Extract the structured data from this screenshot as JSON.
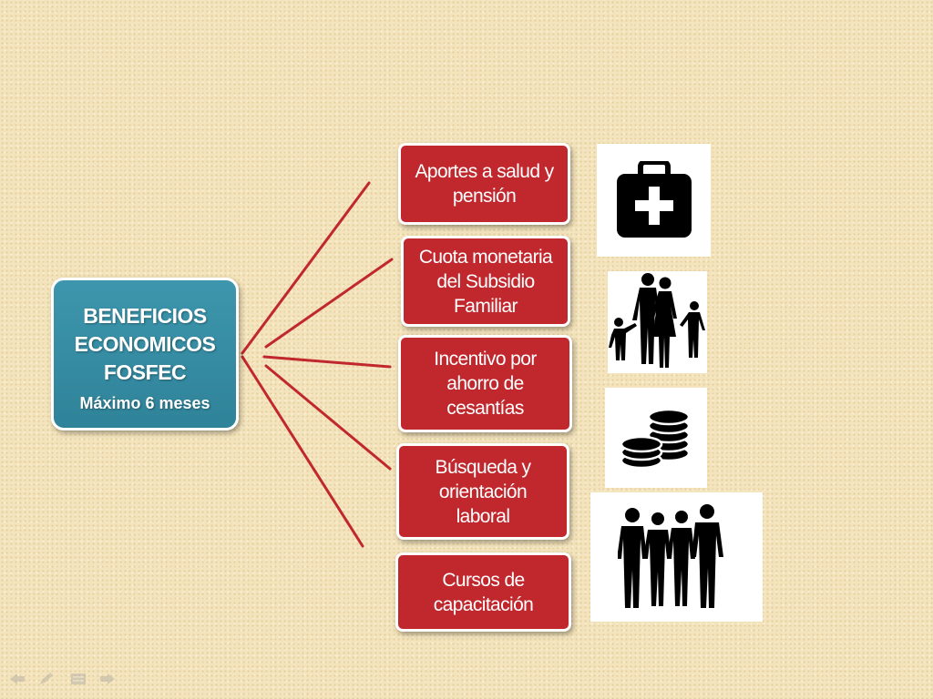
{
  "main": {
    "title": "BENEFICIOS\nECONOMICOS\nFOSFEC",
    "subtitle": "Máximo 6 meses",
    "color": "#3a91a8"
  },
  "benefits": [
    {
      "label": "Aportes a salud y\npensión",
      "icon": "medical-kit-icon"
    },
    {
      "label": "Cuota monetaria\ndel Subsidio\nFamiliar",
      "icon": "family-icon"
    },
    {
      "label": "Incentivo por\nahorro de\ncesantías",
      "icon": "coins-icon"
    },
    {
      "label": "Búsqueda y\norientación\nlaboral",
      "icon": null
    },
    {
      "label": "Cursos de\ncapacitación",
      "icon": "people-group-icon"
    }
  ],
  "colors": {
    "background": "#f3e4bd",
    "benefit_box": "#c0282e",
    "connector": "#c0282e"
  },
  "slide_nav": [
    "prev-arrow-icon",
    "pen-icon",
    "menu-icon",
    "next-arrow-icon"
  ]
}
